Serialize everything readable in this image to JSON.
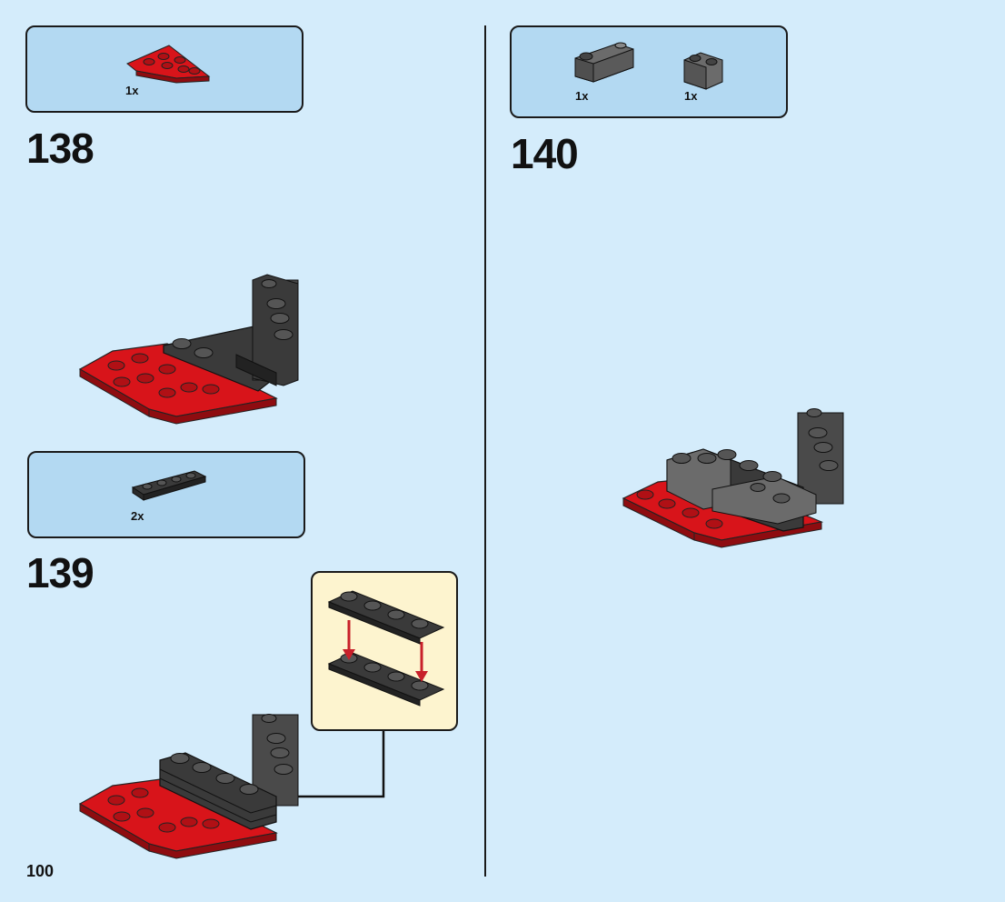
{
  "page": {
    "number": "100"
  },
  "steps": [
    {
      "number": "138",
      "parts": [
        {
          "qty": "1x",
          "icon": "red-wedge-plate-icon"
        }
      ]
    },
    {
      "number": "139",
      "parts": [
        {
          "qty": "2x",
          "icon": "black-plate-1x4-icon"
        }
      ]
    },
    {
      "number": "140",
      "parts": [
        {
          "qty": "1x",
          "icon": "gray-slope-icon"
        },
        {
          "qty": "1x",
          "icon": "gray-curved-brick-icon"
        }
      ]
    }
  ],
  "colors": {
    "background": "#d4ecfb",
    "parts_box": "#b3d9f2",
    "callout": "#fdf4cf",
    "red_brick": "#d8141a",
    "black_brick": "#3a3a3a",
    "gray_brick": "#6b6b6b",
    "arrow": "#c8202a"
  }
}
